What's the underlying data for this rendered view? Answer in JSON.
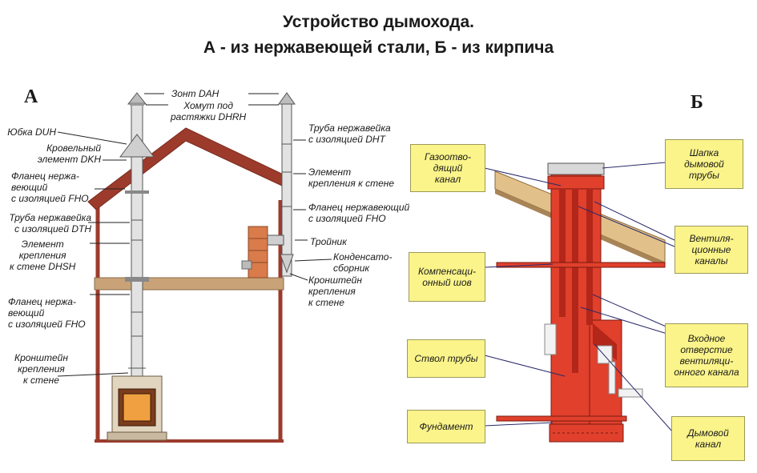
{
  "header": {
    "title_line1": "Устройство дымохода.",
    "title_line2": "А - из нержавеющей стали, Б - из кирпича"
  },
  "panel_a": {
    "letter": "А",
    "labels": {
      "zont": "Зонт DAH",
      "khomut": "Хомут под\nрастяжки DHRH",
      "yubka": "Юбка DUH",
      "krovelny": "Кровельный\nэлемент DKH",
      "flanets_top": "Фланец нержа-\nвеющий\nс изоляцией FHO",
      "truba_dth": "Труба нержавейка\nс изоляцией DTH",
      "element_dhsh": "Элемент\nкрепления\nк стене DHSH",
      "flanets_bottom": "Фланец нержа-\nвеющий\nс изоляцией FHO",
      "kronshtein_left": "Кронштейн\nкрепления\nк стене",
      "truba_dht": "Труба нержавейка\nс изоляцией DHT",
      "element_right": "Элемент\nкрепления к стене",
      "flanets_right": "Фланец нержавеющий\nс изоляцией FHO",
      "troinik": "Тройник",
      "kondensat": "Конденсато-\nсборник",
      "kronshtein_right": "Кронштейн\nкрепления\nк стене"
    }
  },
  "panel_b": {
    "letter": "Б",
    "boxes": {
      "gazo": "Газоотво-\nдящий\nканал",
      "komp": "Компенсаци-\nонный шов",
      "stvol": "Ствол трубы",
      "fund": "Фундамент",
      "shapka": "Шапка\nдымовой\nтрубы",
      "vent": "Вентиля-\nционные\nканалы",
      "vhod": "Входное\nотверстие\nвентиляци-\nонного канала",
      "dym": "Дымовой\nканал"
    }
  },
  "colors": {
    "brick": "#e0402c",
    "brick_dark": "#b3261a",
    "house": "#9c3b2c",
    "callout_fill": "#fbf48a",
    "pipe": "#d8d8d8"
  }
}
